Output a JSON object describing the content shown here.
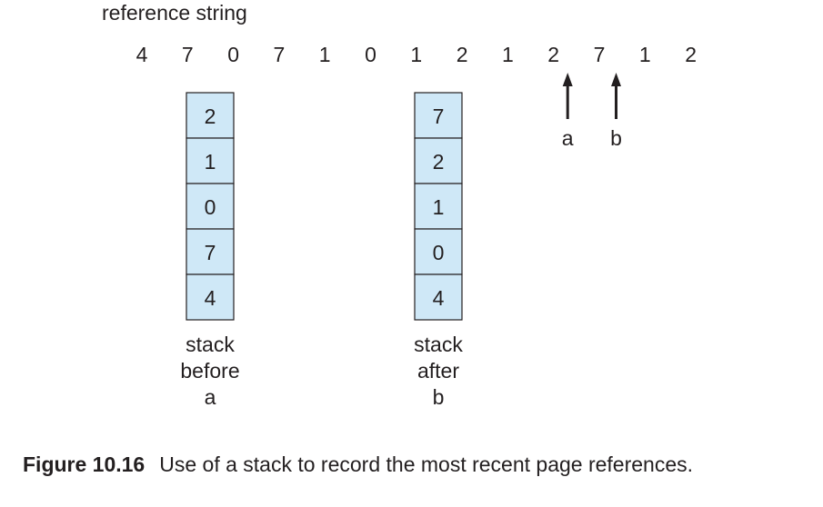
{
  "diagram": {
    "title": "reference string",
    "reference_string": [
      "4",
      "7",
      "0",
      "7",
      "1",
      "0",
      "1",
      "2",
      "1",
      "2",
      "7",
      "1",
      "2"
    ],
    "markers": [
      {
        "label": "a",
        "after_index": 9
      },
      {
        "label": "b",
        "after_index": 10
      }
    ],
    "stacks": [
      {
        "id": "before-a",
        "cells": [
          "2",
          "1",
          "0",
          "7",
          "4"
        ],
        "label": [
          "stack",
          "before",
          "a"
        ]
      },
      {
        "id": "after-b",
        "cells": [
          "7",
          "2",
          "1",
          "0",
          "4"
        ],
        "label": [
          "stack",
          "after",
          "b"
        ]
      }
    ],
    "colors": {
      "cell_fill": "#cfe8f7",
      "stroke": "#231f20",
      "text": "#231f20"
    }
  },
  "caption": {
    "number": "Figure 10.16",
    "text": "Use of a stack to record the most recent page references."
  }
}
